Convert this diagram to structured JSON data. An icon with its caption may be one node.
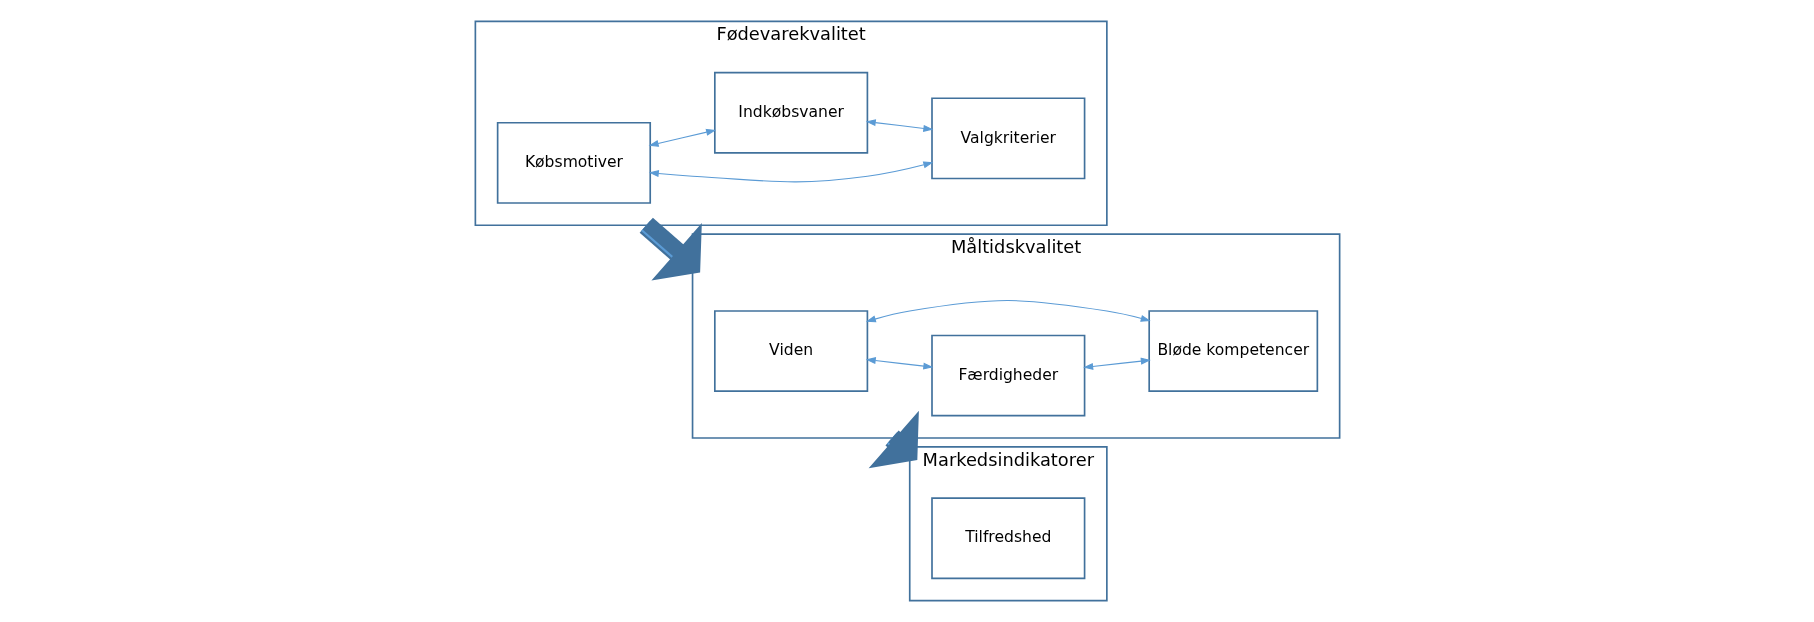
{
  "diagram": {
    "nodes": [
      {
        "text": [
          "Fødevarekvalitet"
        ]
      },
      {
        "text": [
          "Købsmotiver"
        ],
        "in": 0
      },
      {
        "text": [
          "Valgkriterier"
        ],
        "in": 0
      },
      {
        "text": [
          "Indkøbsvaner"
        ],
        "in": 0
      },
      {
        "text": [
          "Måltidskvalitet"
        ]
      },
      {
        "text": [
          "Viden"
        ],
        "in": 4
      },
      {
        "text": [
          "Færdigheder"
        ],
        "in": 4
      },
      {
        "text": [
          "Bløde kompetencer"
        ],
        "in": 4
      },
      {
        "text": [
          "Markedsindikatorer"
        ]
      },
      {
        "text": [
          "Tilfredshed"
        ],
        "in": 8
      }
    ],
    "edges": [
      {
        "from": 1,
        "to": 2,
        "arrow": "both"
      },
      {
        "from": 1,
        "to": 3,
        "arrow": "both"
      },
      {
        "from": 3,
        "to": 2,
        "arrow": "both"
      },
      {
        "from": 0,
        "to": 4,
        "arrow": "to",
        "style": "thick"
      },
      {
        "from": 5,
        "to": 6,
        "arrow": "both"
      },
      {
        "from": 5,
        "to": 7,
        "arrow": "both"
      },
      {
        "from": 6,
        "to": 7,
        "arrow": "both"
      },
      {
        "from": 4,
        "to": 8,
        "arrow": "to",
        "style": "thick"
      }
    ]
  }
}
